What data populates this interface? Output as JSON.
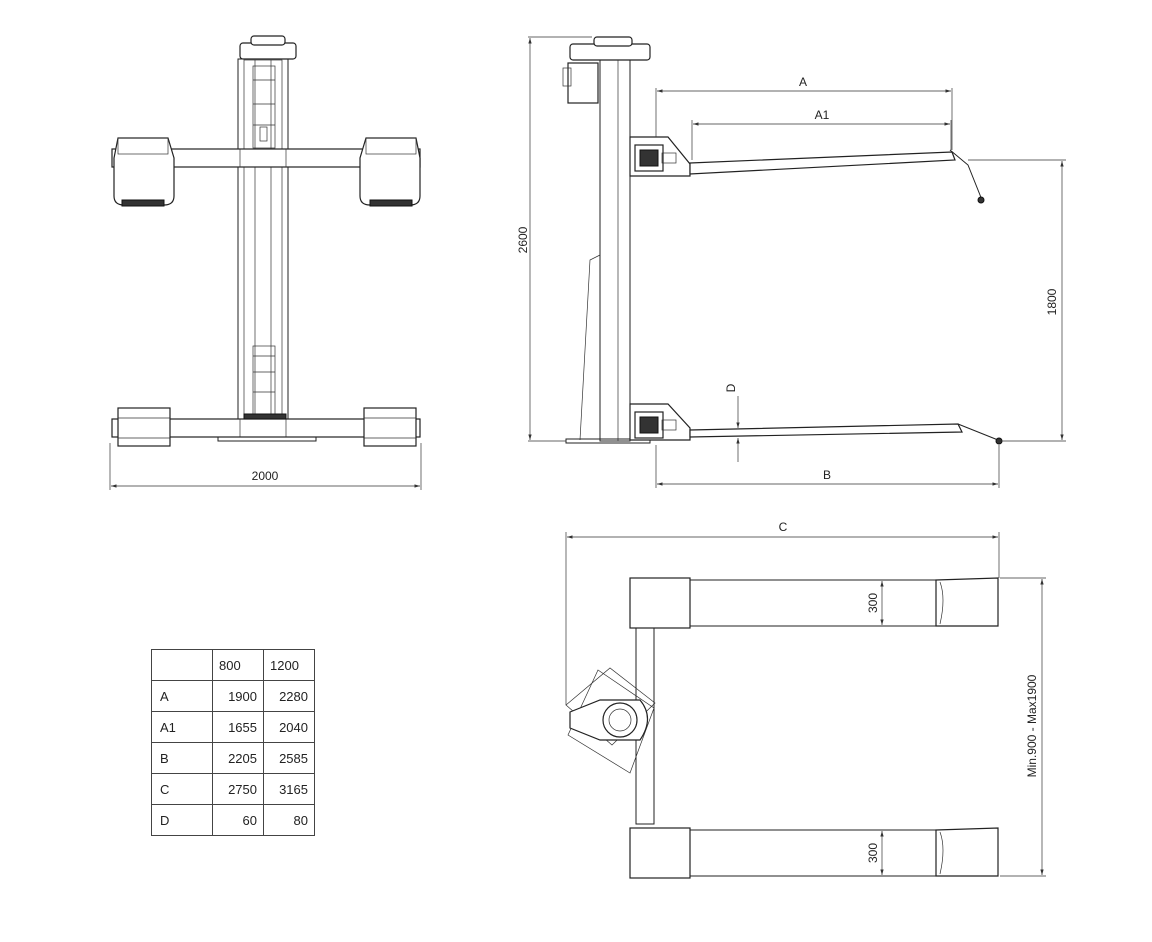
{
  "dimensions": {
    "front_width": "2000",
    "height_total": "2600",
    "height_arm": "1800",
    "label_A": "A",
    "label_A1": "A1",
    "label_B": "B",
    "label_C": "C",
    "label_D": "D",
    "arm_width_top": "300",
    "arm_width_bottom": "300",
    "arm_spacing": "Min.900 - Max1900"
  },
  "spec_table": {
    "header": [
      "",
      "800",
      "1200"
    ],
    "rows": [
      {
        "label": "A",
        "v800": "1900",
        "v1200": "2280"
      },
      {
        "label": "A1",
        "v800": "1655",
        "v1200": "2040"
      },
      {
        "label": "B",
        "v800": "2205",
        "v1200": "2585"
      },
      {
        "label": "C",
        "v800": "2750",
        "v1200": "3165"
      },
      {
        "label": "D",
        "v800": "60",
        "v1200": "80"
      }
    ]
  }
}
